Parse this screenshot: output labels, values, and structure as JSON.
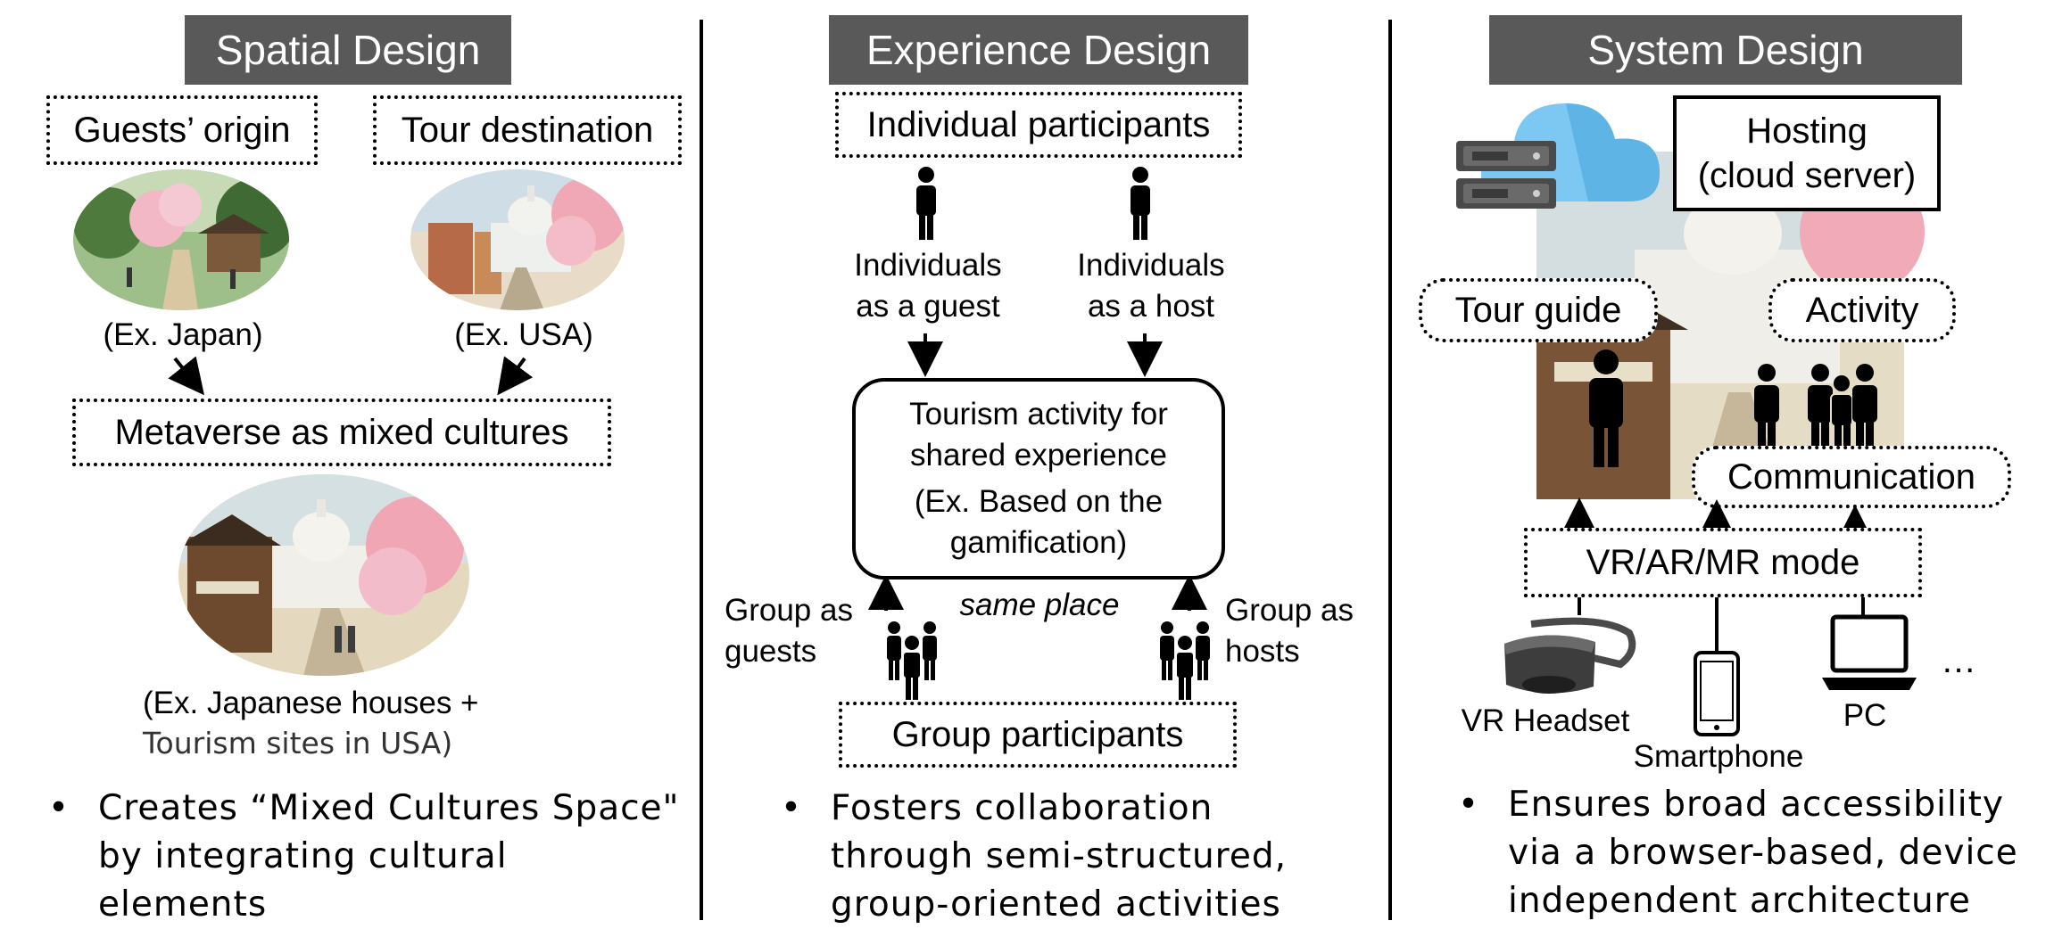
{
  "panels": {
    "spatial": {
      "title": "Spatial Design",
      "guests_origin": "Guests’ origin",
      "tour_destination": "Tour destination",
      "ex_japan": "(Ex. Japan)",
      "ex_usa": "(Ex. USA)",
      "metaverse": "Metaverse as mixed cultures",
      "ex_mixed_line1": "(Ex. Japanese houses +",
      "ex_mixed_line2": "Tourism sites in USA)",
      "bullet_line1": "Creates “Mixed Cultures Space\"",
      "bullet_line2": "by integrating cultural elements"
    },
    "experience": {
      "title": "Experience Design",
      "individual_participants": "Individual participants",
      "ind_guest_line1": "Individuals",
      "ind_guest_line2": "as a guest",
      "ind_host_line1": "Individuals",
      "ind_host_line2": "as a host",
      "activity_line1": "Tourism activity for",
      "activity_line2": "shared experience",
      "activity_line3": "(Ex. Based on the",
      "activity_line4": "gamification)",
      "same_place": "same place",
      "group_guests_line1": "Group as",
      "group_guests_line2": "guests",
      "group_hosts_line1": "Group as",
      "group_hosts_line2": "hosts",
      "group_participants": "Group participants",
      "bullet_line1": "Fosters collaboration",
      "bullet_line2": "through semi-structured,",
      "bullet_line3": "group-oriented activities"
    },
    "system": {
      "title": "System Design",
      "hosting_line1": "Hosting",
      "hosting_line2": "(cloud server)",
      "tour_guide": "Tour guide",
      "activity": "Activity",
      "communication": "Communication",
      "mode": "VR/AR/MR mode",
      "vr_headset": "VR Headset",
      "smartphone": "Smartphone",
      "pc": "PC",
      "ellipsis": "…",
      "bullet_line1": "Ensures broad accessibility",
      "bullet_line2": "via a browser-based, device",
      "bullet_line3": "independent architecture"
    }
  },
  "bullet_symbol": "•",
  "colors": {
    "header_bg": "#595959",
    "header_text": "#ffffff",
    "cloud": "#7cc8f2",
    "server": "#4a4a4a"
  }
}
